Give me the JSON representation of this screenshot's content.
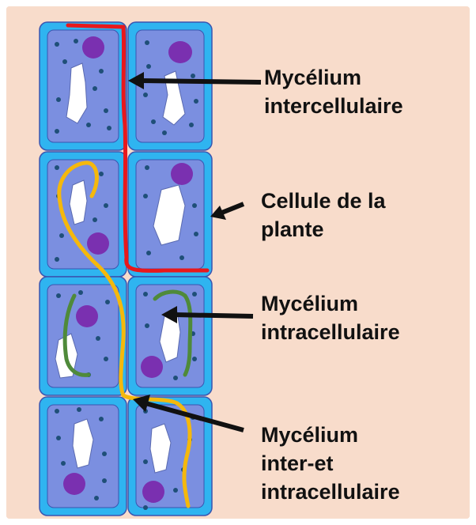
{
  "colors": {
    "background": "#f8dccb",
    "cell_outer": "#2fb4f0",
    "cell_inner": "#7b8fe0",
    "cell_border": "#3a55b0",
    "nucleus": "#7a30b0",
    "granule": "#1f4f78",
    "vacuole": "#ffffff",
    "mycelium_intercellular": "#e8181c",
    "mycelium_intracellular": "#4f8a3a",
    "mycelium_inter_intra": "#f5b80c",
    "arrow": "#111111"
  },
  "labels": [
    {
      "id": "intercellular",
      "lines": [
        "Mycélium",
        "intercellulaire"
      ]
    },
    {
      "id": "plant-cell",
      "lines": [
        "Cellule de la",
        "plante"
      ]
    },
    {
      "id": "intracellular",
      "lines": [
        "Mycélium",
        "intracellulaire"
      ]
    },
    {
      "id": "inter-intra",
      "lines": [
        "Mycélium",
        "inter-et",
        "intracellulaire"
      ]
    }
  ]
}
